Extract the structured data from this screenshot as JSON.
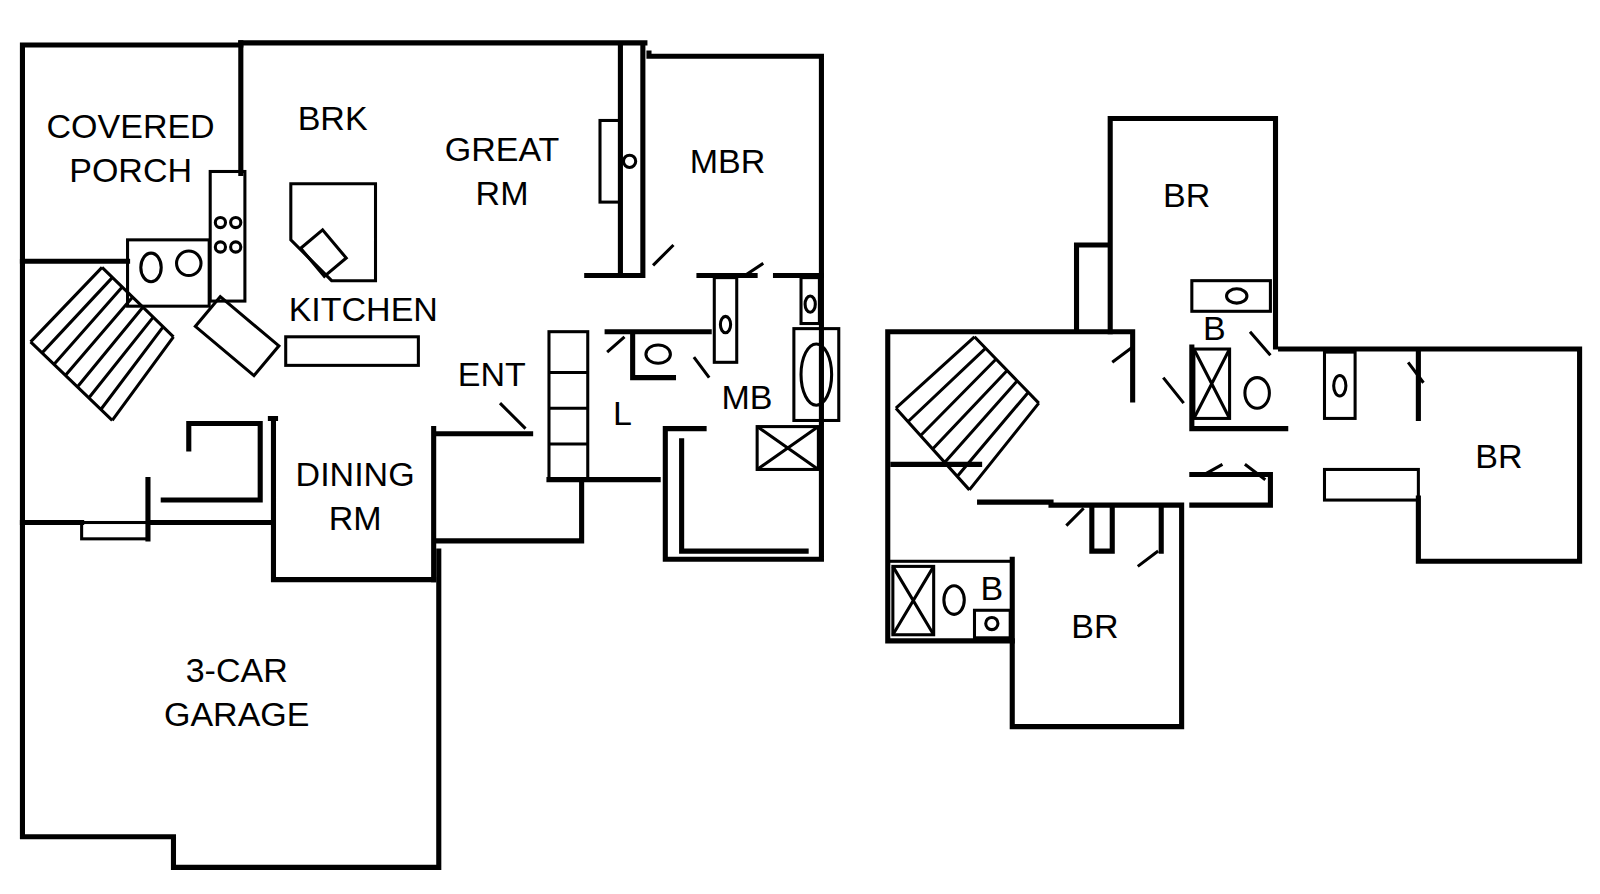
{
  "diagram": {
    "labels": [
      "COVERED PORCH",
      "BRK",
      "GREAT RM",
      "MBR",
      "BR",
      "KITCHEN",
      "B",
      "ENT",
      "MB",
      "L",
      "BR",
      "DINING RM",
      "B",
      "BR",
      "3-CAR GARAGE"
    ]
  }
}
